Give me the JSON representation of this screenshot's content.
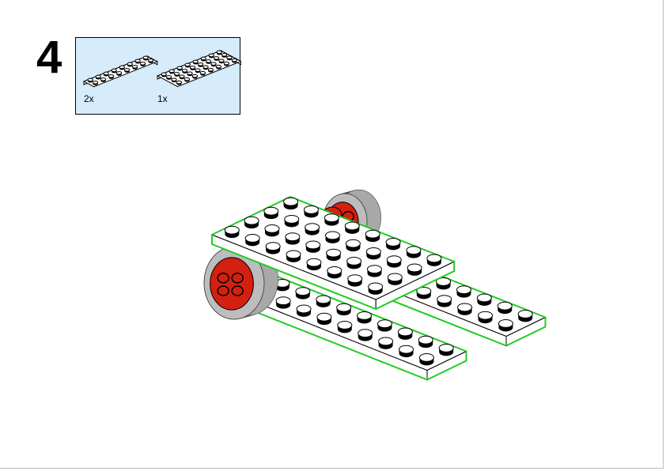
{
  "step": {
    "number": "4"
  },
  "parts_list": [
    {
      "part": "plate-2x8-white",
      "quantity": "2x"
    },
    {
      "part": "plate-4x8-white",
      "quantity": "1x"
    }
  ],
  "colors": {
    "parts_box_bg": "#d6ecfb",
    "highlight": "#22cc22",
    "hub": "#d42010",
    "tire": "#a8a8a8"
  }
}
